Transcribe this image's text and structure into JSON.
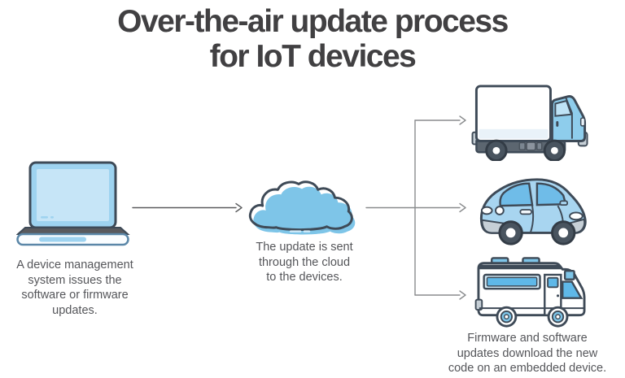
{
  "title": {
    "lines": [
      "Over-the-air update process",
      "for IoT devices"
    ]
  },
  "flow": {
    "source": {
      "icon": "laptop-icon",
      "caption_lines": [
        "A device management",
        "system issues the",
        "software or firmware",
        "updates."
      ]
    },
    "transport": {
      "icon": "cloud-icon",
      "caption_lines": [
        "The update is sent",
        "through the cloud",
        "to the devices."
      ]
    },
    "targets": {
      "icons": [
        "truck-icon",
        "car-icon",
        "rv-icon"
      ],
      "caption_lines": [
        "Firmware and software",
        "updates download the new",
        "code on an embedded device."
      ]
    }
  },
  "colors": {
    "title_text": "#414042",
    "caption_text": "#55565A",
    "outline_dark": "#3E4A57",
    "blue_primary": "#7EC5E8",
    "blue_light": "#C6E5F7",
    "blue_mid": "#9ED3F0",
    "arrow_gray": "#8A8C8E",
    "arrow_dark": "#5B5C5E",
    "background": "#FFFFFF"
  }
}
